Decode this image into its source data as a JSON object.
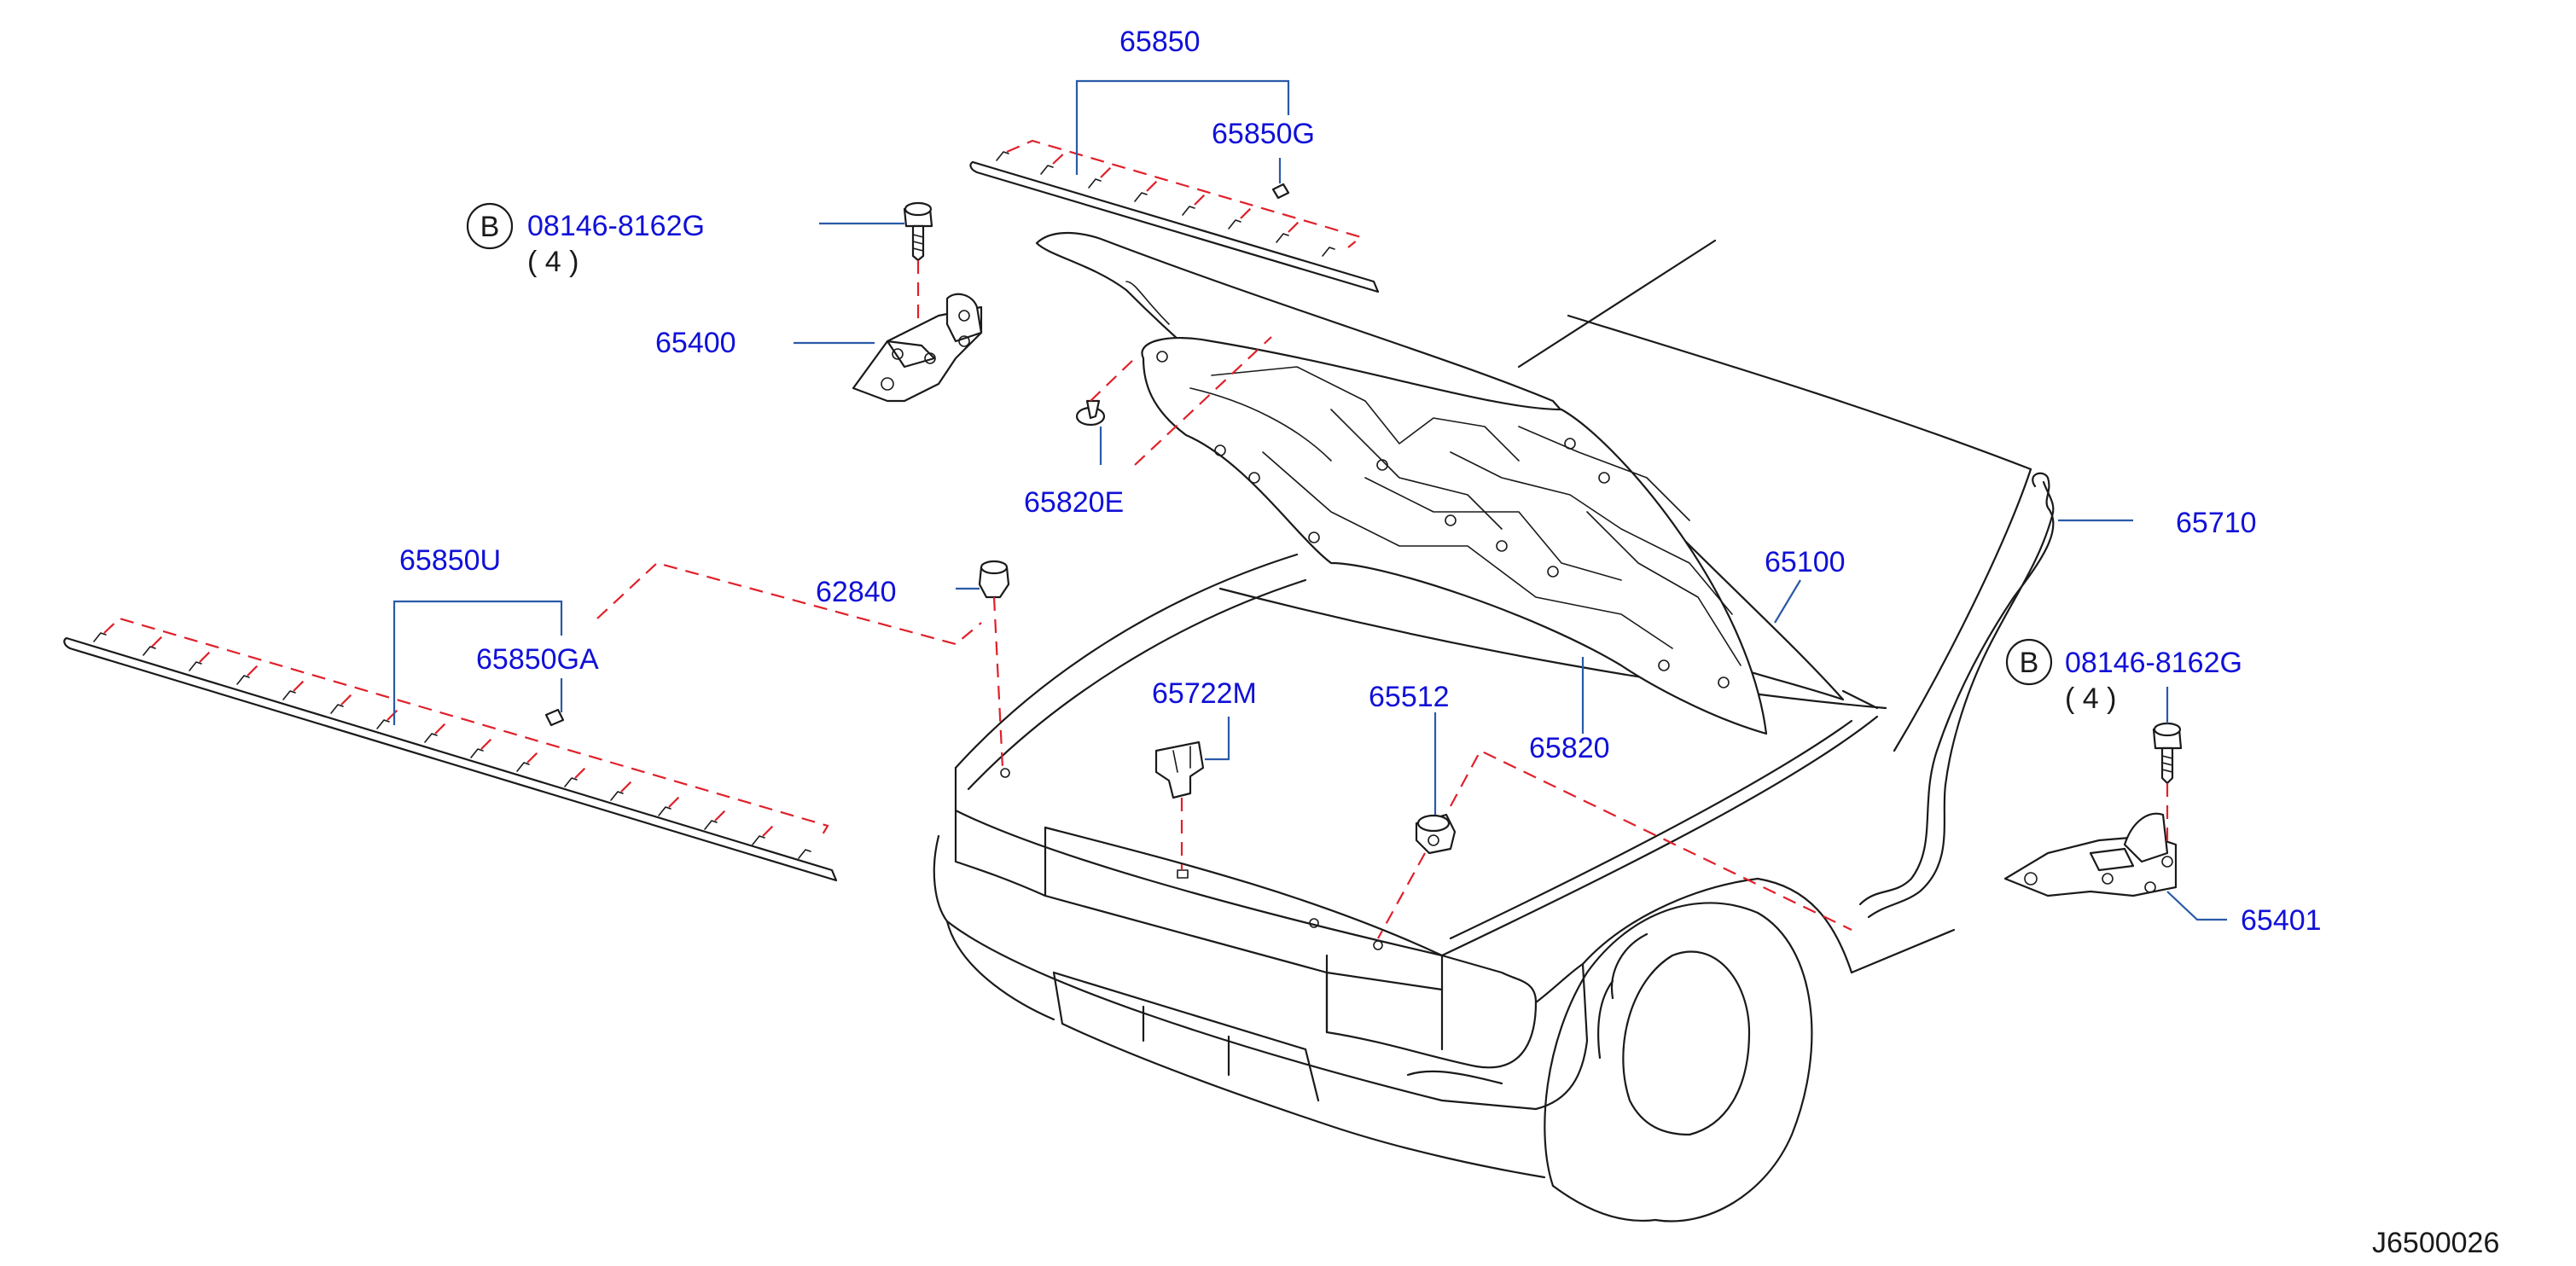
{
  "diagram_code": "J6500026",
  "bolt_prefix": "B",
  "labels": {
    "hood_insulator_seal": "65850",
    "seal_clip": "65850G",
    "bolt_left": "08146-8162G",
    "bolt_left_qty": "( 4 )",
    "hinge_left": "65400",
    "clip_65820e": "65820E",
    "seal_lower": "65850U",
    "clip_lower": "65850GA",
    "bumper_62840": "62840",
    "lock_65722m": "65722M",
    "bumper_65512": "65512",
    "insulator_65820": "65820",
    "hood_65100": "65100",
    "rod_65710": "65710",
    "bolt_right": "08146-8162G",
    "bolt_right_qty": "( 4 )",
    "hinge_right": "65401"
  }
}
